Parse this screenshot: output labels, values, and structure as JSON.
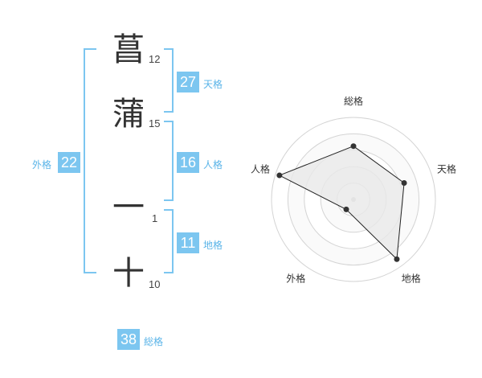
{
  "name": {
    "characters": [
      {
        "char": "菖",
        "strokes": "12"
      },
      {
        "char": "蒲",
        "strokes": "15"
      },
      {
        "char": "一",
        "strokes": "1"
      },
      {
        "char": "十",
        "strokes": "10"
      }
    ]
  },
  "fortunes": {
    "tenkaku": {
      "value": "27",
      "label": "天格"
    },
    "jinkaku": {
      "value": "16",
      "label": "人格"
    },
    "chikaku": {
      "value": "11",
      "label": "地格"
    },
    "gaikaku": {
      "value": "22",
      "label": "外格"
    },
    "soukaku": {
      "value": "38",
      "label": "総格"
    }
  },
  "radar": {
    "axes": [
      "総格",
      "天格",
      "地格",
      "外格",
      "人格"
    ],
    "values": [
      0.65,
      0.65,
      0.9,
      0.15,
      0.95
    ],
    "fill_color": "#e8e8e8",
    "line_color": "#222222"
  },
  "colors": {
    "accent": "#7cc6f0",
    "accent_text": "#5ab4e8"
  }
}
